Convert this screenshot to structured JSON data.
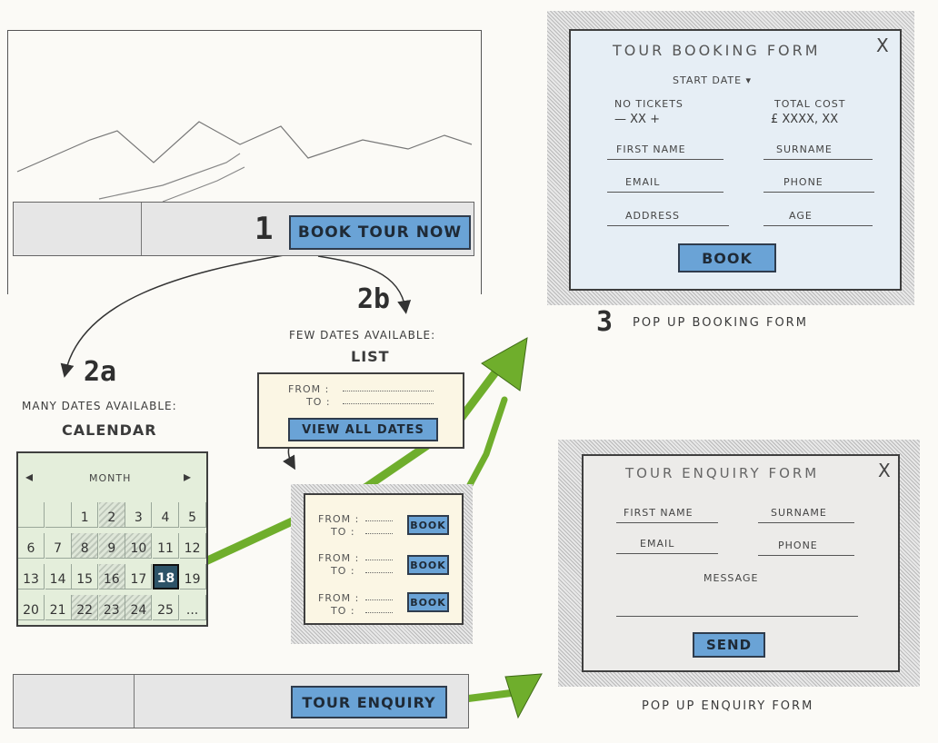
{
  "steps": {
    "one": "1",
    "two_a": "2a",
    "two_b": "2b",
    "three": "3"
  },
  "main_page": {
    "book_button": "BOOK TOUR NOW",
    "enquiry_button": "TOUR ENQUIRY"
  },
  "calendar_section": {
    "heading_small": "MANY DATES AVAILABLE:",
    "heading_big": "CALENDAR",
    "month_label": "MONTH",
    "prev_arrow": "◂",
    "next_arrow": "▸",
    "days": [
      "",
      "",
      "1",
      "2",
      "3",
      "4",
      "5",
      "6",
      "7",
      "8",
      "9",
      "10",
      "11",
      "12",
      "13",
      "14",
      "15",
      "16",
      "17",
      "18",
      "19",
      "20",
      "21",
      "22",
      "23",
      "24",
      "25",
      "..."
    ],
    "selected_day": "18"
  },
  "list_section": {
    "heading_small": "FEW DATES AVAILABLE:",
    "heading_big": "LIST",
    "from_label": "FROM :",
    "to_label": "TO :",
    "view_all_button": "VIEW ALL DATES",
    "rows": [
      {
        "from": "FROM :",
        "to": "TO :",
        "book": "BOOK"
      },
      {
        "from": "FROM :",
        "to": "TO :",
        "book": "BOOK"
      },
      {
        "from": "FROM :",
        "to": "TO :",
        "book": "BOOK"
      }
    ]
  },
  "booking_form": {
    "title": "TOUR BOOKING FORM",
    "close": "X",
    "start_date": "START DATE ▾",
    "tickets_label": "NO TICKETS",
    "tickets_value": "— XX +",
    "total_label": "TOTAL COST",
    "total_value": "£ XXXX, XX",
    "first_name": "FIRST NAME",
    "surname": "SURNAME",
    "email": "EMAIL",
    "phone": "PHONE",
    "address": "ADDRESS",
    "age": "AGE",
    "book_button": "BOOK",
    "caption": "POP UP BOOKING FORM"
  },
  "enquiry_form": {
    "title": "TOUR ENQUIRY FORM",
    "close": "X",
    "first_name": "FIRST NAME",
    "surname": "SURNAME",
    "email": "EMAIL",
    "phone": "PHONE",
    "message": "MESSAGE",
    "send_button": "SEND",
    "caption": "POP UP ENQUIRY FORM"
  },
  "colors": {
    "button_blue": "#6aa3d6",
    "arrow_green": "#6fae2c",
    "calendar_bg": "#e4eedb",
    "list_bg": "#fbf6e4",
    "form_bg": "#e6eef5",
    "enquiry_bg": "#ecebe9"
  }
}
